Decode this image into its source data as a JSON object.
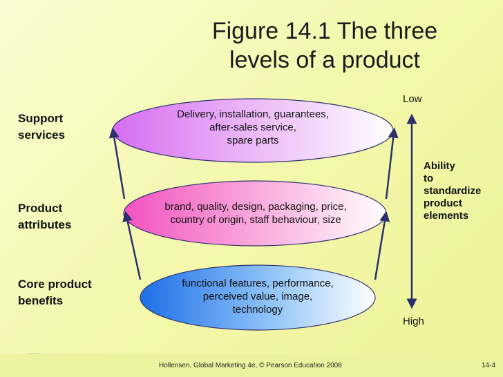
{
  "title": "Figure 14.1 The three\nlevels of a product",
  "left_labels": {
    "support": "Support\nservices",
    "attributes": "Product\nattributes",
    "core": "Core product\nbenefits"
  },
  "levels": {
    "top": "Delivery, installation, guarantees,\nafter-sales service,\nspare parts",
    "middle": "brand, quality, design, packaging, price,\ncountry of origin, staff behaviour, size",
    "bottom": "functional features, performance,\nperceived value, image,\ntechnology"
  },
  "scale": {
    "low": "Low",
    "high": "High",
    "label": "Ability\nto\nstandardize\nproduct\nelements"
  },
  "footer": {
    "credit": "Hollensen, Global Marketing 4e, © Pearson Education 2008",
    "page": "14-4"
  },
  "colors": {
    "top_ellipse": "#d97cf2",
    "middle_ellipse": "#f46fc9",
    "bottom_ellipse": "#2f86f2",
    "arrow": "#2b2f6f"
  }
}
